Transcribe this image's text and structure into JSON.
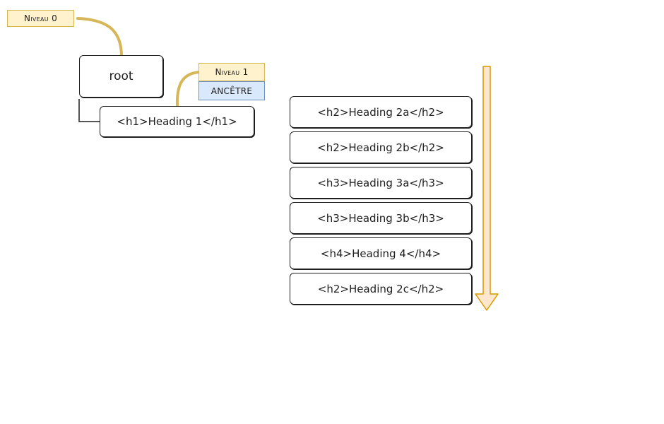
{
  "tags": {
    "level0": "Niveau 0",
    "level1": "Niveau 1",
    "ancestor": "ANCÊTRE"
  },
  "nodes": {
    "root": "root",
    "h1": "<h1>Heading 1</h1>"
  },
  "list": [
    "<h2>Heading 2a</h2>",
    "<h2>Heading 2b</h2>",
    "<h3>Heading 3a</h3>",
    "<h3>Heading 3b</h3>",
    "<h4>Heading 4</h4>",
    "<h2>Heading 2c</h2>"
  ],
  "colors": {
    "connector": "#d6b656",
    "arrow_fill": "#ffe6cc",
    "arrow_stroke": "#d79b00"
  }
}
